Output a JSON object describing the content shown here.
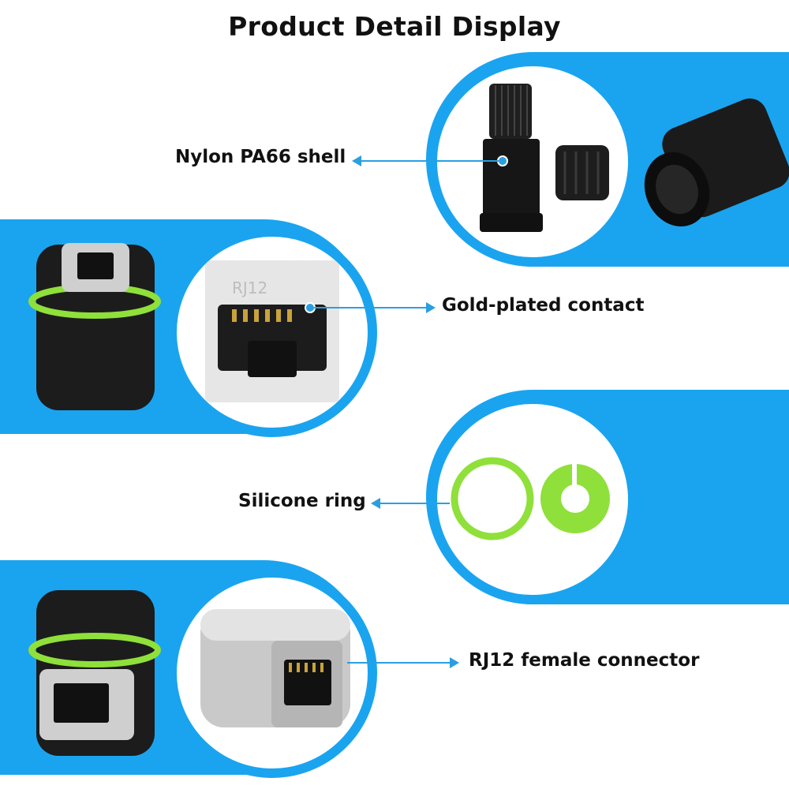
{
  "title": "Product Detail Display",
  "features": {
    "shell": {
      "label": "Nylon PA66 shell",
      "icon": "connector-body-icon"
    },
    "contact": {
      "label": "Gold-plated contact",
      "icon": "rj12-port-icon",
      "embossed_text": "RJ12"
    },
    "seal": {
      "label": "Silicone ring",
      "icon": "silicone-ring-icon"
    },
    "female": {
      "label": "RJ12 female connector",
      "icon": "female-coupler-icon"
    }
  },
  "colors": {
    "accent": "#1aa4ef",
    "seal_green": "#8fe03a",
    "body": "#222222"
  }
}
